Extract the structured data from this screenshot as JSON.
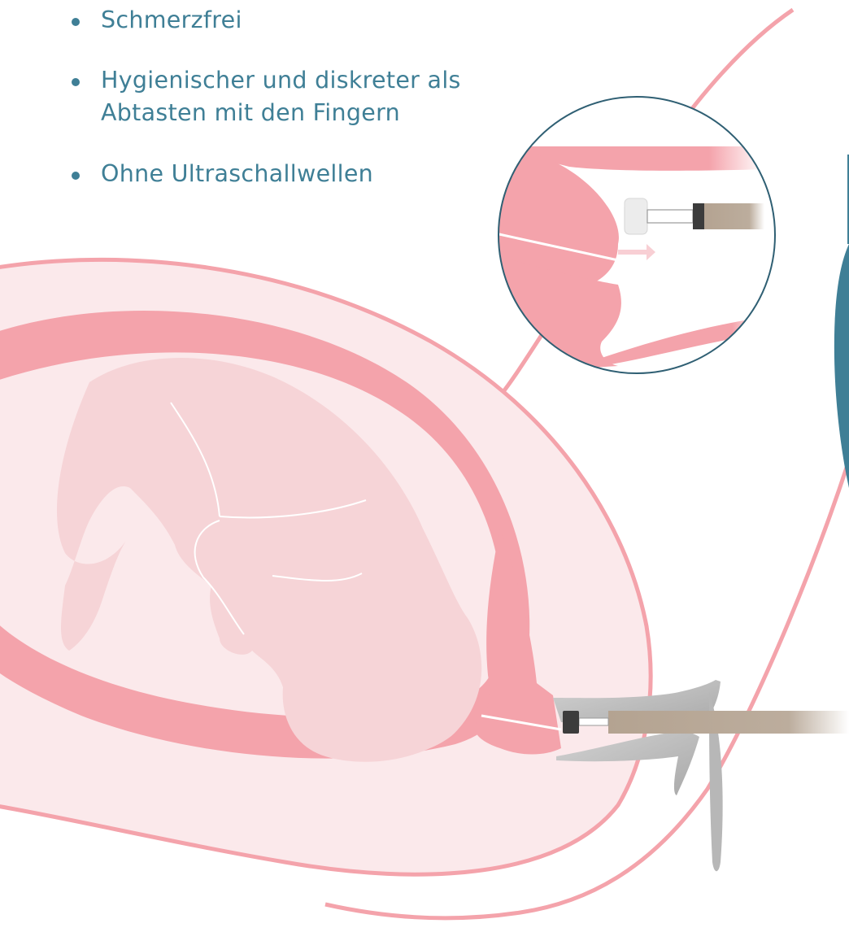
{
  "features": {
    "items": [
      {
        "lines": [
          "Schmerzfrei"
        ]
      },
      {
        "lines": [
          "Hygienischer und diskreter als",
          "Abtasten mit den Fingern"
        ]
      },
      {
        "lines": [
          "Ohne Ultraschallwellen"
        ]
      }
    ]
  },
  "colors": {
    "text": "#3f7f96",
    "bullet": "#3f7f96",
    "uterus_wall": "#f4a3ab",
    "amniotic_fill": "#fbe9eb",
    "fetus": "#f6d4d7",
    "magnifier_border": "#2f5f73",
    "device_body": "#b9a897",
    "device_tip": "#3c3c3c",
    "speculum": "#b7b7b7",
    "blue_panel": "#3f7f96"
  },
  "icons": {
    "bullet": "filled-circle"
  }
}
